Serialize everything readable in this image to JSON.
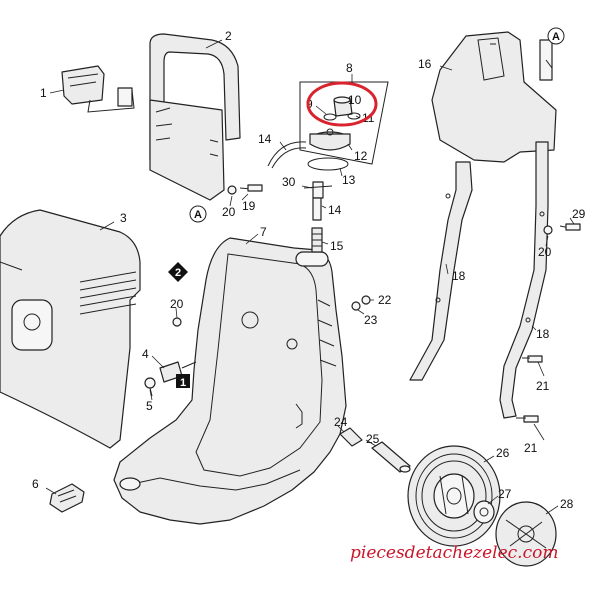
{
  "callouts": [
    "1",
    "2",
    "3",
    "4",
    "5",
    "6",
    "7",
    "8",
    "9",
    "10",
    "11",
    "12",
    "13",
    "14",
    "14",
    "15",
    "16",
    "18",
    "18",
    "19",
    "20",
    "20",
    "20",
    "21",
    "21",
    "22",
    "23",
    "24",
    "25",
    "26",
    "27",
    "28",
    "29",
    "30"
  ],
  "markers": {
    "a": "A",
    "two": "2",
    "one": "1"
  },
  "watermark": "piecesdetachezelec.com",
  "colors": {
    "highlight": "#d9232e",
    "watermark": "#c8162b",
    "line": "#222222"
  }
}
